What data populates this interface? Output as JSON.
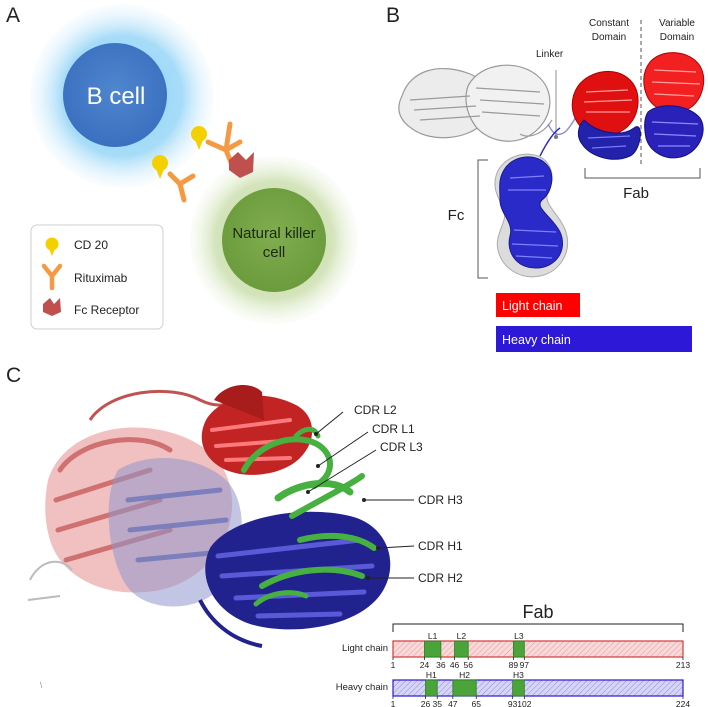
{
  "panels": {
    "a": {
      "letter": "A",
      "b_cell": "B cell",
      "nk_cell_line1": "Natural killer",
      "nk_cell_line2": "cell",
      "legend": [
        {
          "label": "CD 20",
          "icon": "cd20-drop-icon",
          "color": "#f5d000"
        },
        {
          "label": "Rituximab",
          "icon": "antibody-y-icon",
          "color": "#f59a43"
        },
        {
          "label": "Fc Receptor",
          "icon": "fc-receptor-icon",
          "color": "#c0504d"
        }
      ]
    },
    "b": {
      "letter": "B",
      "constant_domain_line1": "Constant",
      "constant_domain_line2": "Domain",
      "variable_domain_line1": "Variable",
      "variable_domain_line2": "Domain",
      "linker": "Linker",
      "fc": "Fc",
      "fab": "Fab",
      "light_chain_label": "Light chain",
      "light_chain_color": "#ff0000",
      "heavy_chain_label": "Heavy chain",
      "heavy_chain_color": "#2d18d8"
    },
    "c": {
      "letter": "C",
      "cdr_labels": [
        "CDR L2",
        "CDR L1",
        "CDR L3",
        "CDR H3",
        "CDR H1",
        "CDR H2"
      ],
      "corner_mark": "\\",
      "fab_title": "Fab",
      "light_chain": {
        "label": "Light chain",
        "start": 1,
        "end": 213,
        "regions": [
          {
            "name": "L1",
            "from": 24,
            "to": 36
          },
          {
            "name": "L2",
            "from": 46,
            "to": 56
          },
          {
            "name": "L3",
            "from": 89,
            "to": 97
          }
        ],
        "fill": "#f4c6c6",
        "stroke": "#d63a3a"
      },
      "heavy_chain": {
        "label": "Heavy chain",
        "start": 1,
        "end": 224,
        "regions": [
          {
            "name": "H1",
            "from": 26,
            "to": 35
          },
          {
            "name": "H2",
            "from": 47,
            "to": 65
          },
          {
            "name": "H3",
            "from": 93,
            "to": 102
          }
        ],
        "fill": "#c9c6f2",
        "stroke": "#2d18d8"
      },
      "cdr_color": "#4aa43a"
    }
  }
}
